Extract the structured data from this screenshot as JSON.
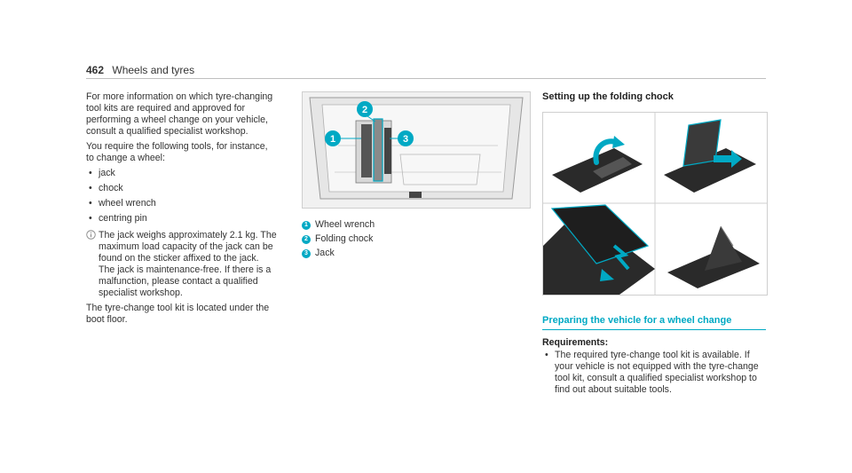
{
  "header": {
    "page_number": "462",
    "section": "Wheels and tyres"
  },
  "intro": {
    "p1": "For more information on which tyre-changing tool kits are required and approved for performing a wheel change on your vehicle, consult a qualified specialist workshop.",
    "p2": "You require the following tools, for instance, to change a wheel:",
    "tools": [
      "jack",
      "chock",
      "wheel wrench",
      "centring pin"
    ],
    "note": "The jack weighs approximately 2.1 kg. The maximum load capacity of the jack can be found on the sticker affixed to the jack. The jack is maintenance-free. If there is a malfunction, please contact a qualified specialist workshop.",
    "p3": "The tyre-change tool kit is located under the boot floor."
  },
  "figure1": {
    "legend": [
      {
        "num": "1",
        "label": "Wheel wrench"
      },
      {
        "num": "2",
        "label": "Folding chock"
      },
      {
        "num": "3",
        "label": "Jack"
      }
    ]
  },
  "chock_section": {
    "title": "Setting up the folding chock"
  },
  "wheel_change": {
    "title": "Preparing the vehicle for a wheel change",
    "requirements_label": "Requirements:",
    "requirements": [
      "The required tyre-change tool kit is available. If your vehicle is not equipped with the tyre-change tool kit, consult a qualified specialist workshop to find out about suitable tools."
    ]
  },
  "colors": {
    "accent": "#00a9c4",
    "text": "#333333",
    "rule": "#bfbfbf"
  },
  "icons": [
    "info-icon",
    "rotate-arrow-icon",
    "push-arrow-icon"
  ]
}
